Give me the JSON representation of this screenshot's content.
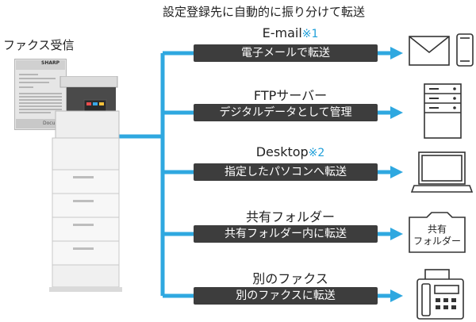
{
  "title": "設定登録先に自動的に振り分けて転送",
  "source_label": "ファクス受信",
  "document": {
    "brand": "SHARP",
    "footer": "Document"
  },
  "routes": [
    {
      "name": "E-mail",
      "note": "※1",
      "action": "電子メールで転送",
      "icon": "envelope-and-smartphone-icon"
    },
    {
      "name": "FTPサーバー",
      "note": "",
      "action": "デジタルデータとして管理",
      "icon": "server-icon"
    },
    {
      "name": "Desktop",
      "note": "※2",
      "action": "指定したパソコンへ転送",
      "icon": "laptop-icon"
    },
    {
      "name": "共有フォルダー",
      "note": "",
      "action": "共有フォルダー内に転送",
      "icon": "folder-icon",
      "icon_text": [
        "共有",
        "フォルダー"
      ]
    },
    {
      "name": "別のファクス",
      "note": "",
      "action": "別のファクスに転送",
      "icon": "fax-machine-icon"
    }
  ],
  "colors": {
    "connector": "#2fa8e0",
    "bar": "#3d3d3d",
    "note": "#1f9fd9",
    "icon_stroke": "#333333"
  }
}
